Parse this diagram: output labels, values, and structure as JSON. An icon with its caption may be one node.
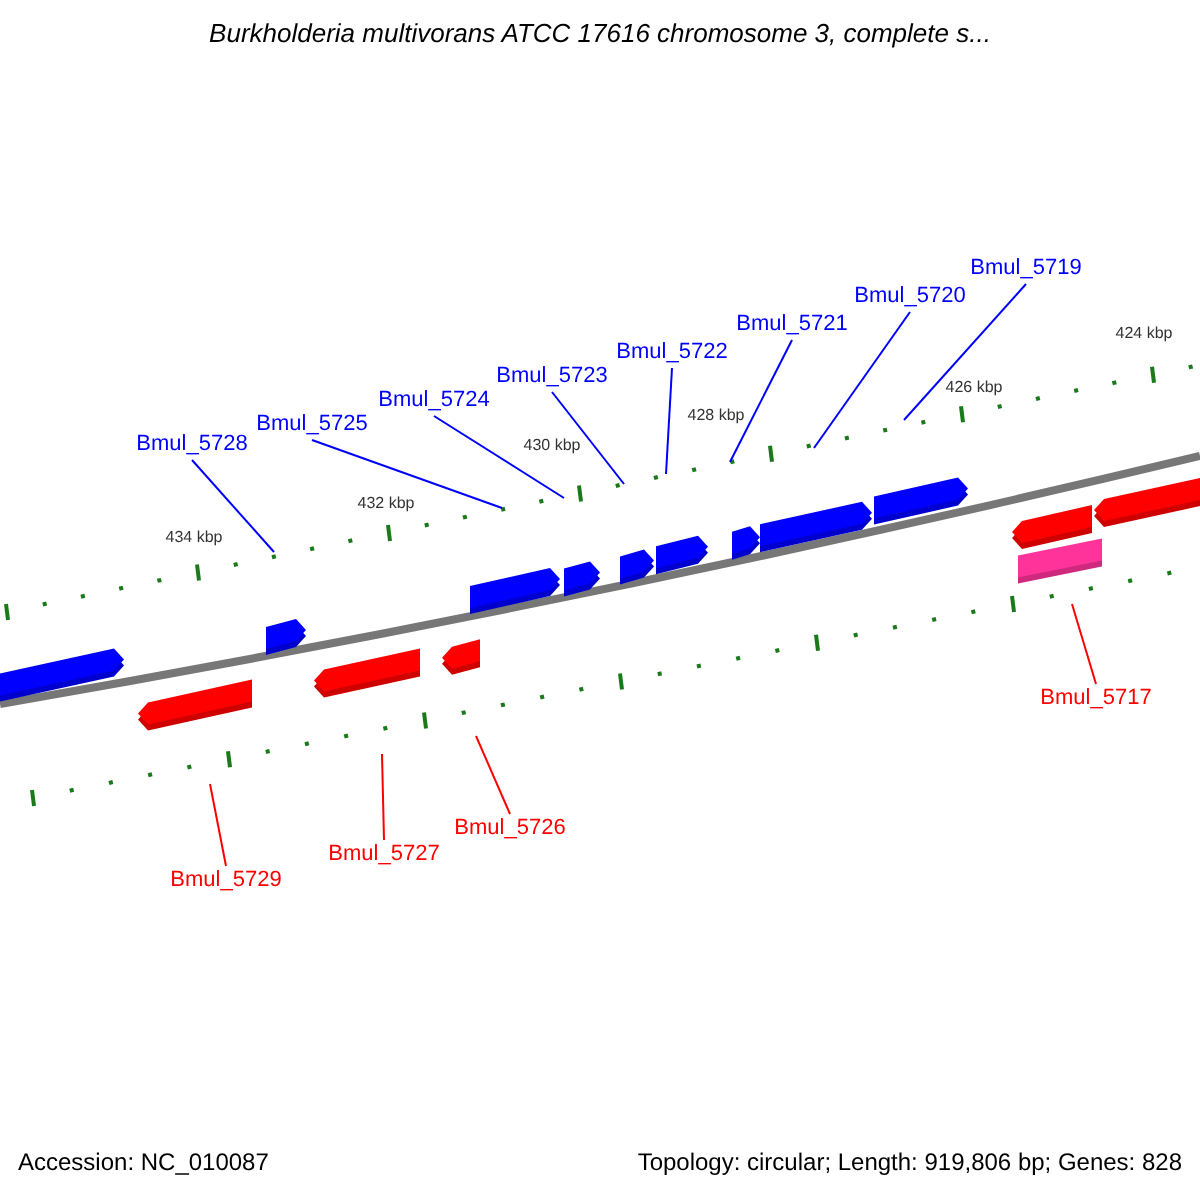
{
  "diagram": {
    "title": "Burkholderia multivorans ATCC 17616 chromosome 3, complete s...",
    "nodes": [
      {
        "text": [
          "Bmul_5719"
        ]
      },
      {
        "text": [
          "Bmul_5720"
        ]
      },
      {
        "text": [
          "Bmul_5721"
        ]
      },
      {
        "text": [
          "Bmul_5722"
        ]
      },
      {
        "text": [
          "Bmul_5723"
        ]
      },
      {
        "text": [
          "Bmul_5724"
        ]
      },
      {
        "text": [
          "Bmul_5725"
        ]
      },
      {
        "text": [
          "Bmul_5728"
        ]
      },
      {
        "text": [
          "Bmul_5717"
        ]
      },
      {
        "text": [
          "Bmul_5726"
        ]
      },
      {
        "text": [
          "Bmul_5727"
        ]
      },
      {
        "text": [
          "Bmul_5729"
        ]
      }
    ],
    "edges": [
      {
        "from": 0,
        "to": null,
        "arrow": "none"
      },
      {
        "from": 1,
        "to": null,
        "arrow": "none"
      },
      {
        "from": 2,
        "to": null,
        "arrow": "none"
      },
      {
        "from": 3,
        "to": null,
        "arrow": "none"
      },
      {
        "from": 4,
        "to": null,
        "arrow": "none"
      },
      {
        "from": 5,
        "to": null,
        "arrow": "none"
      },
      {
        "from": 6,
        "to": null,
        "arrow": "none"
      },
      {
        "from": 7,
        "to": null,
        "arrow": "none"
      },
      {
        "from": 8,
        "to": null,
        "arrow": "none",
        "color": "#ff0000"
      },
      {
        "from": 9,
        "to": null,
        "arrow": "none",
        "color": "#ff0000"
      },
      {
        "from": 10,
        "to": null,
        "arrow": "none",
        "color": "#ff0000"
      },
      {
        "from": 11,
        "to": null,
        "arrow": "none",
        "color": "#ff0000"
      }
    ],
    "labels": [
      "424 kbp",
      "426 kbp",
      "428 kbp",
      "430 kbp",
      "432 kbp",
      "434 kbp",
      "Accession: NC_010087",
      "Topology: circular; Length: 919,806 bp; Genes: 828"
    ]
  }
}
